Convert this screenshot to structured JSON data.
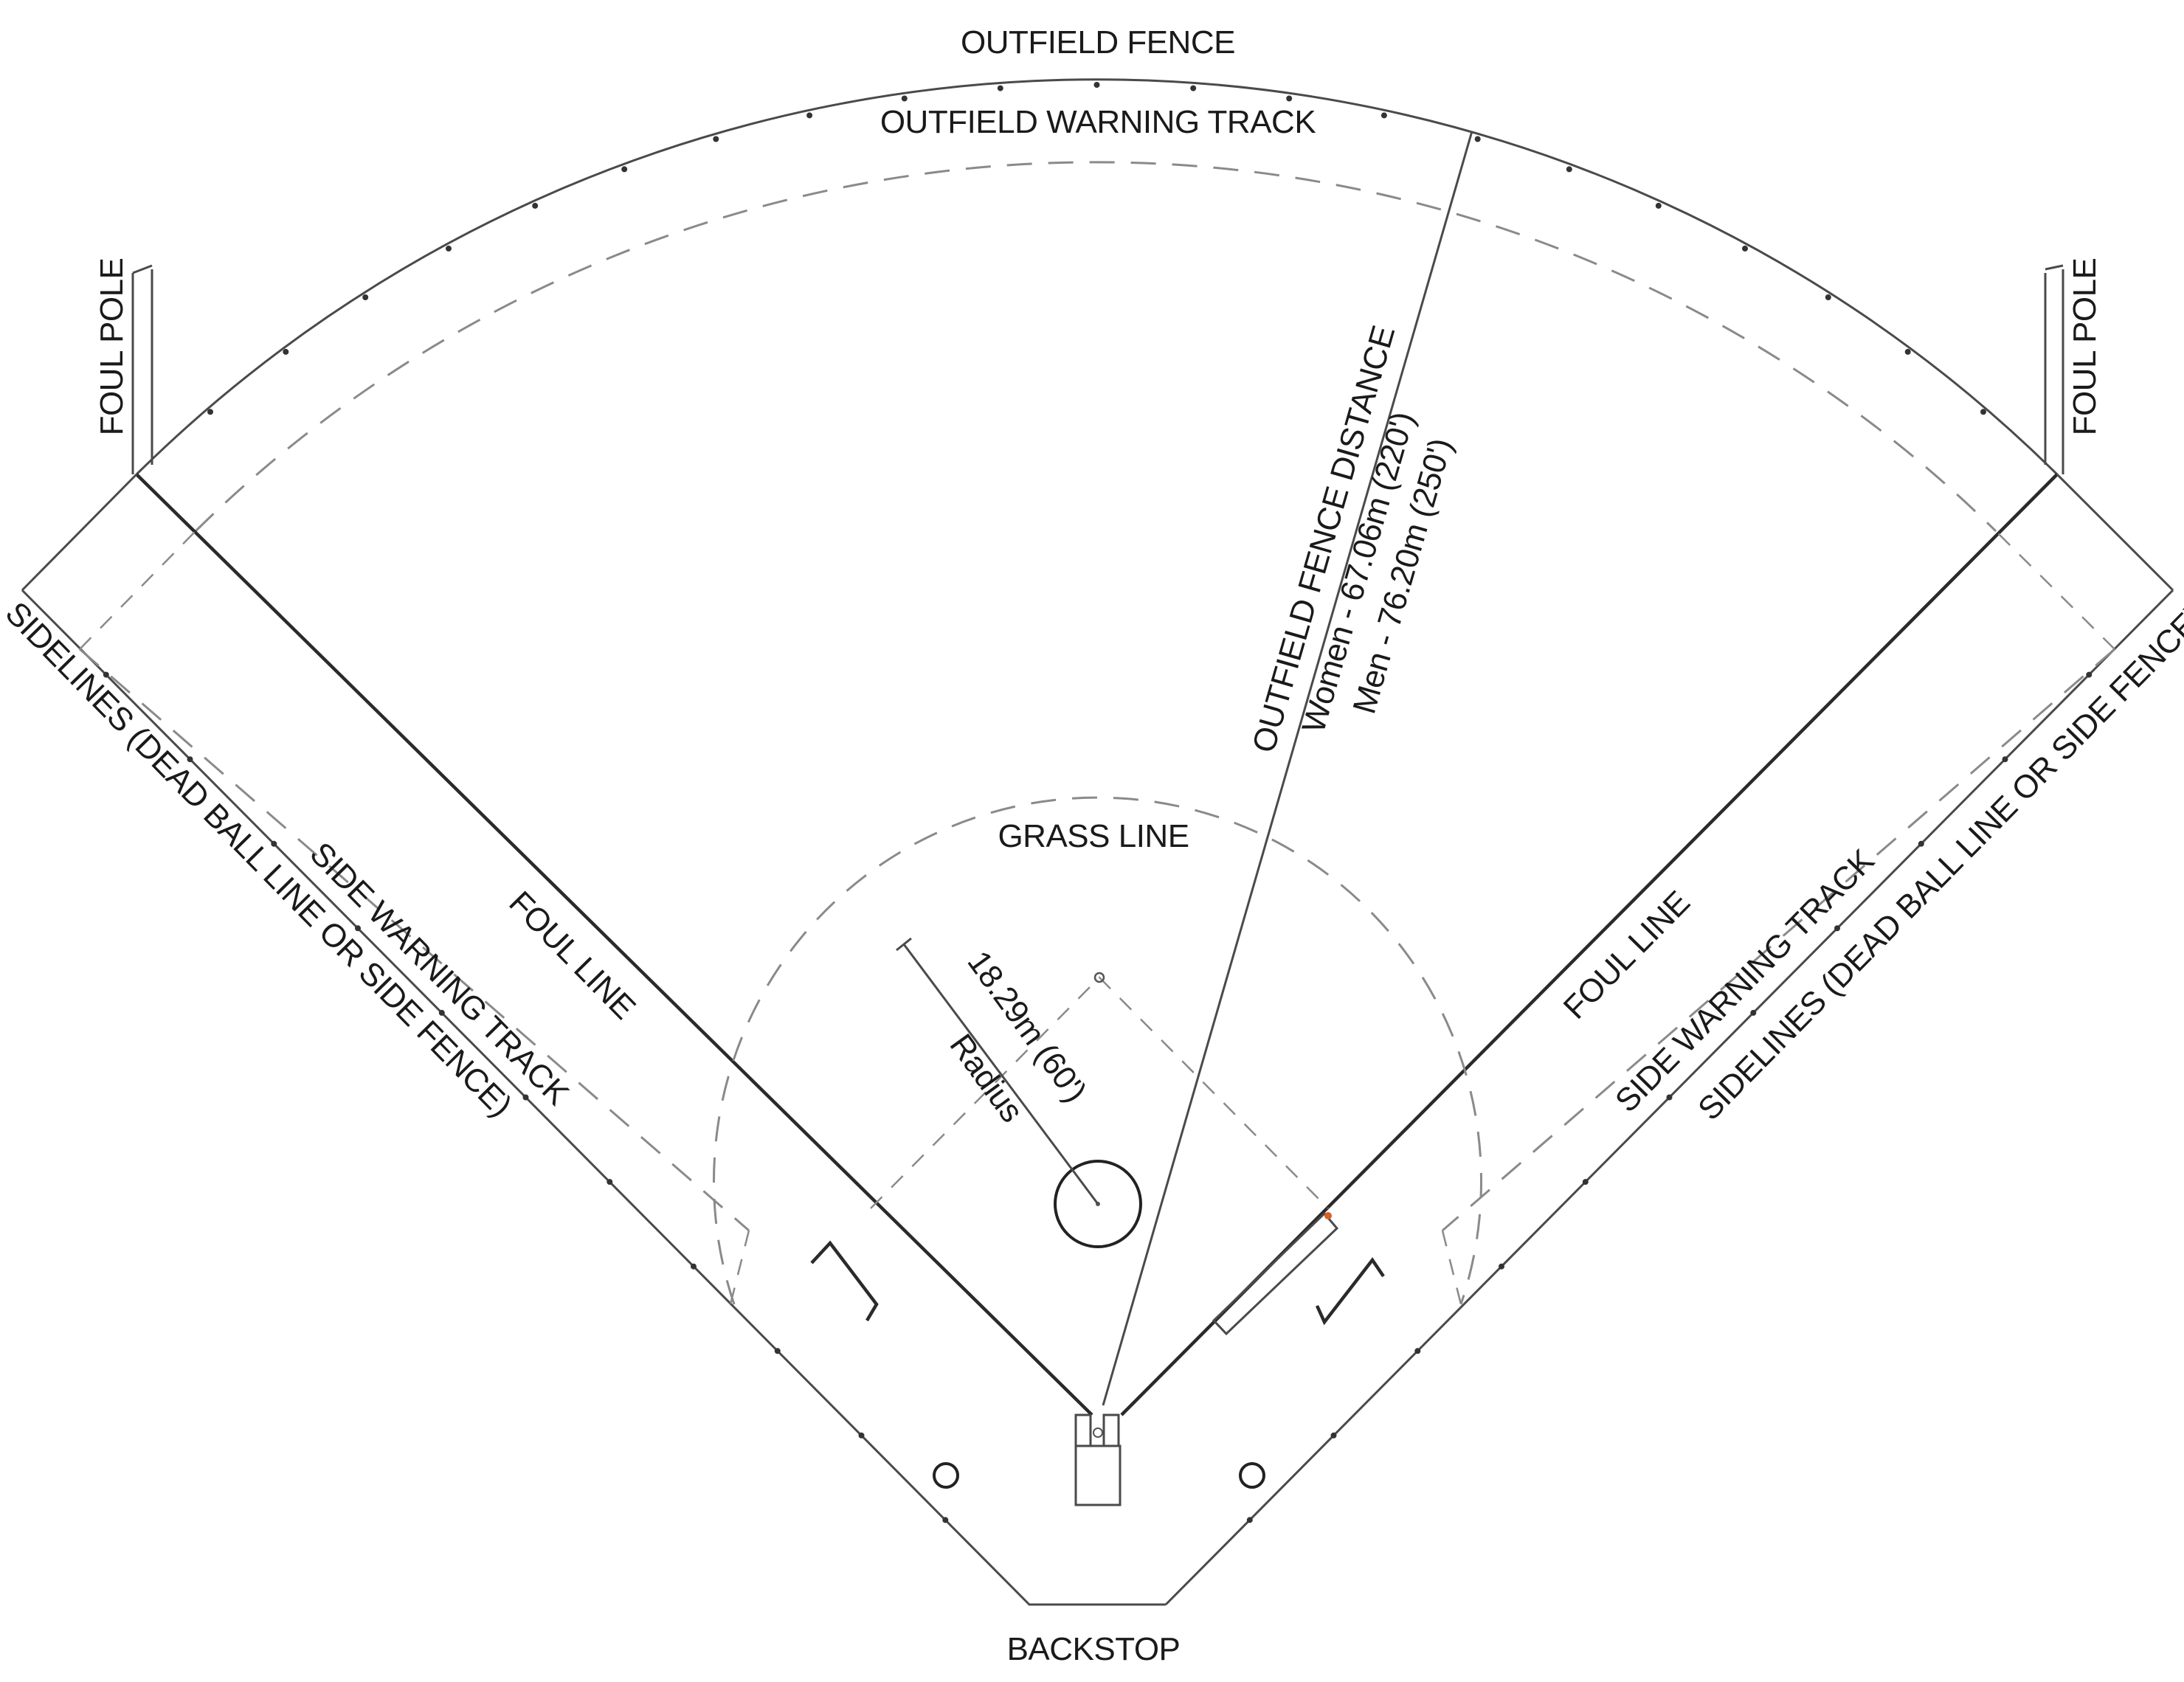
{
  "labels": {
    "outfield_fence": "OUTFIELD FENCE",
    "outfield_warning_track": "OUTFIELD WARNING TRACK",
    "foul_pole_left": "FOUL POLE",
    "foul_pole_right": "FOUL POLE",
    "outfield_fence_distance": "OUTFIELD FENCE DISTANCE",
    "women_distance": "Women - 67.06m (220')",
    "men_distance": "Men - 76.20m (250')",
    "sidelines_left": "SIDELINES  (DEAD BALL LINE OR SIDE FENCE)",
    "sidelines_right": "SIDELINES  (DEAD BALL LINE OR SIDE FENCE)",
    "side_warning_track_left": "SIDE WARNING TRACK",
    "side_warning_track_right": "SIDE WARNING TRACK",
    "foul_line_left": "FOUL LINE",
    "foul_line_right": "FOUL LINE",
    "grass_line": "GRASS LINE",
    "radius_value": "18.29m (60')",
    "radius_word": "Radius",
    "backstop": "BACKSTOP"
  },
  "colors": {
    "line": "#4a4a4a",
    "dashed": "#8a8a8a",
    "text": "#1a1a1a",
    "accent": "#d4602a"
  }
}
